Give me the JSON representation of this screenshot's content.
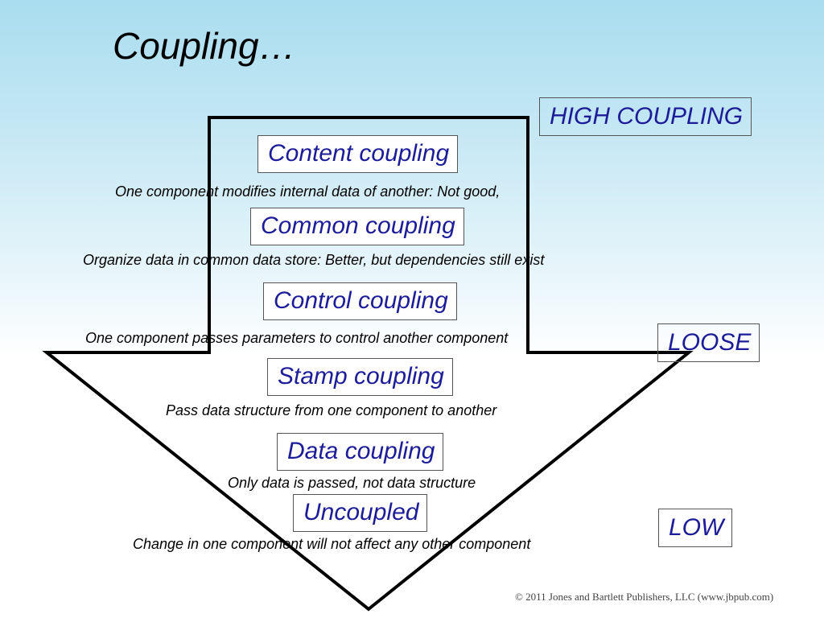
{
  "title": "Coupling…",
  "scale": {
    "high": "HIGH COUPLING",
    "loose": "LOOSE",
    "low": "LOW"
  },
  "levels": [
    {
      "name": "Content coupling",
      "description": "One component modifies internal data of another: Not good,"
    },
    {
      "name": "Common coupling",
      "description": "Organize data in common data store: Better, but dependencies still exist"
    },
    {
      "name": "Control coupling",
      "description": "One component passes parameters to control another component"
    },
    {
      "name": "Stamp coupling",
      "description": "Pass data structure from one component to another"
    },
    {
      "name": "Data coupling",
      "description": "Only data is passed, not data structure"
    },
    {
      "name": "Uncoupled",
      "description": "Change in one component will not affect any other component"
    }
  ],
  "copyright": "© 2011 Jones and Bartlett Publishers, LLC (www.jbpub.com)",
  "colors": {
    "label_text": "#1c1c99",
    "arrow_outline": "#000000"
  }
}
